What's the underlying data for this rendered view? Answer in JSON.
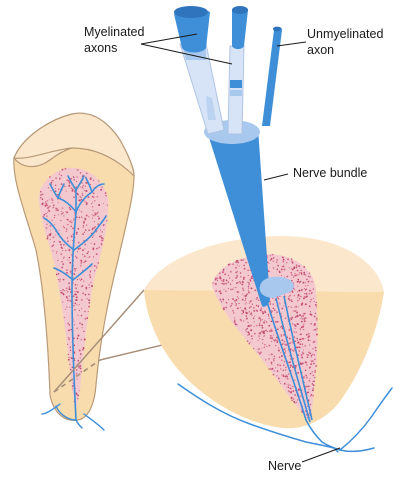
{
  "labels": {
    "myelinated_line1": "Myelinated",
    "myelinated_line2": "axons",
    "unmyelinated_line1": "Unmyelinated",
    "unmyelinated_line2": "axon",
    "nerve_bundle": "Nerve bundle",
    "nerve": "Nerve"
  },
  "colors": {
    "enamel": "#fbe8cc",
    "enamel_outline": "#b89a78",
    "dentin": "#f8dcae",
    "pulp": "#f3c9cf",
    "pulp_dots": "#c0406a",
    "nerve_blue": "#3e8fd8",
    "nerve_light": "#a9c8ee",
    "nerve_pale": "#d7e3f6",
    "leader": "#1a1a1a",
    "connector": "#a78f78"
  }
}
